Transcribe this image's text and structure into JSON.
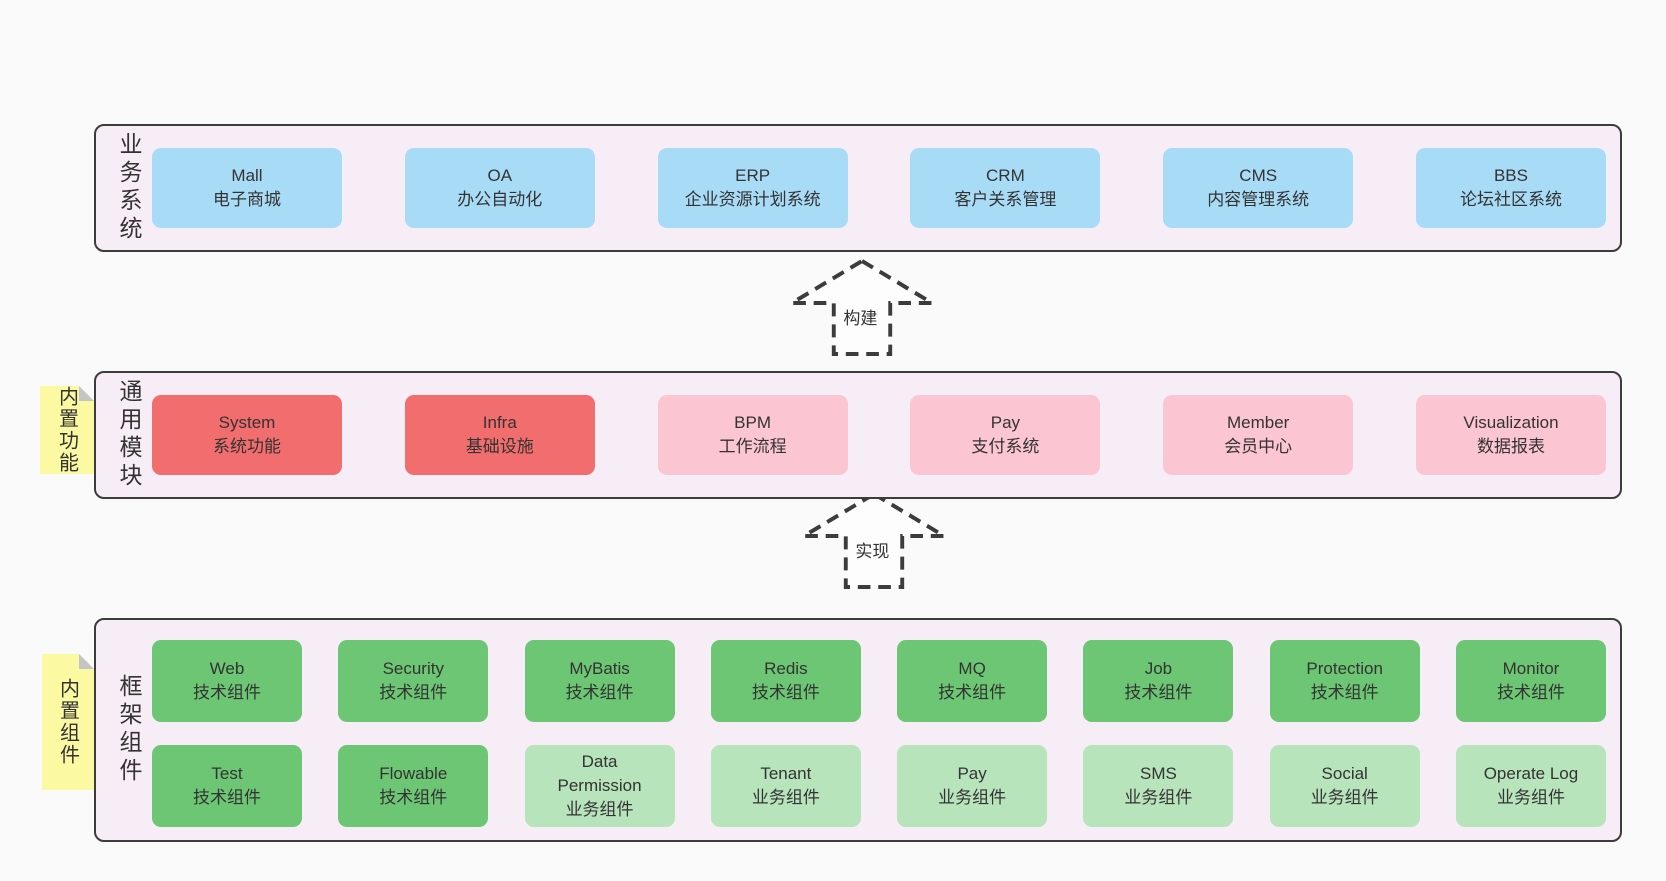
{
  "layers": [
    {
      "id": "business-systems",
      "label": "业务系统",
      "note": null,
      "boxes": [
        {
          "title": "Mall",
          "subtitle": "电子商城",
          "variant": "blue"
        },
        {
          "title": "OA",
          "subtitle": "办公自动化",
          "variant": "blue"
        },
        {
          "title": "ERP",
          "subtitle": "企业资源计划系统",
          "variant": "blue"
        },
        {
          "title": "CRM",
          "subtitle": "客户关系管理",
          "variant": "blue"
        },
        {
          "title": "CMS",
          "subtitle": "内容管理系统",
          "variant": "blue"
        },
        {
          "title": "BBS",
          "subtitle": "论坛社区系统",
          "variant": "blue"
        }
      ]
    },
    {
      "id": "common-modules",
      "label": "通用模块",
      "note": "内置功能",
      "boxes": [
        {
          "title": "System",
          "subtitle": "系统功能",
          "variant": "red"
        },
        {
          "title": "Infra",
          "subtitle": "基础设施",
          "variant": "red"
        },
        {
          "title": "BPM",
          "subtitle": "工作流程",
          "variant": "pink"
        },
        {
          "title": "Pay",
          "subtitle": "支付系统",
          "variant": "pink"
        },
        {
          "title": "Member",
          "subtitle": "会员中心",
          "variant": "pink"
        },
        {
          "title": "Visualization",
          "subtitle": "数据报表",
          "variant": "pink"
        }
      ]
    },
    {
      "id": "framework-components",
      "label": "框架组件",
      "note": "内置组件",
      "rows": [
        [
          {
            "title": "Web",
            "subtitle": "技术组件",
            "variant": "green-dark"
          },
          {
            "title": "Security",
            "subtitle": "技术组件",
            "variant": "green-dark"
          },
          {
            "title": "MyBatis",
            "subtitle": "技术组件",
            "variant": "green-dark"
          },
          {
            "title": "Redis",
            "subtitle": "技术组件",
            "variant": "green-dark"
          },
          {
            "title": "MQ",
            "subtitle": "技术组件",
            "variant": "green-dark"
          },
          {
            "title": "Job",
            "subtitle": "技术组件",
            "variant": "green-dark"
          },
          {
            "title": "Protection",
            "subtitle": "技术组件",
            "variant": "green-dark"
          },
          {
            "title": "Monitor",
            "subtitle": "技术组件",
            "variant": "green-dark"
          }
        ],
        [
          {
            "title": "Test",
            "subtitle": "技术组件",
            "variant": "green-dark"
          },
          {
            "title": "Flowable",
            "subtitle": "技术组件",
            "variant": "green-dark"
          },
          {
            "title": "Data Permission",
            "subtitle": "业务组件",
            "variant": "green-light"
          },
          {
            "title": "Tenant",
            "subtitle": "业务组件",
            "variant": "green-light"
          },
          {
            "title": "Pay",
            "subtitle": "业务组件",
            "variant": "green-light"
          },
          {
            "title": "SMS",
            "subtitle": "业务组件",
            "variant": "green-light"
          },
          {
            "title": "Social",
            "subtitle": "业务组件",
            "variant": "green-light"
          },
          {
            "title": "Operate Log",
            "subtitle": "业务组件",
            "variant": "green-light"
          }
        ]
      ]
    }
  ],
  "arrows": [
    {
      "label": "构建"
    },
    {
      "label": "实现"
    }
  ],
  "colors": {
    "page_bg": "#fafafa",
    "section_bg": "#f7edf6",
    "section_border": "#3c3c3c",
    "text": "#333333",
    "blue": "#a8dbf6",
    "red": "#f26d6d",
    "pink": "#fbc6d1",
    "green_dark": "#6cc674",
    "green_light": "#b8e4bc",
    "note_yellow": "#fcf9a3",
    "note_fold": "#c4c4c4",
    "arrow_fill": "#fdfdfd"
  }
}
